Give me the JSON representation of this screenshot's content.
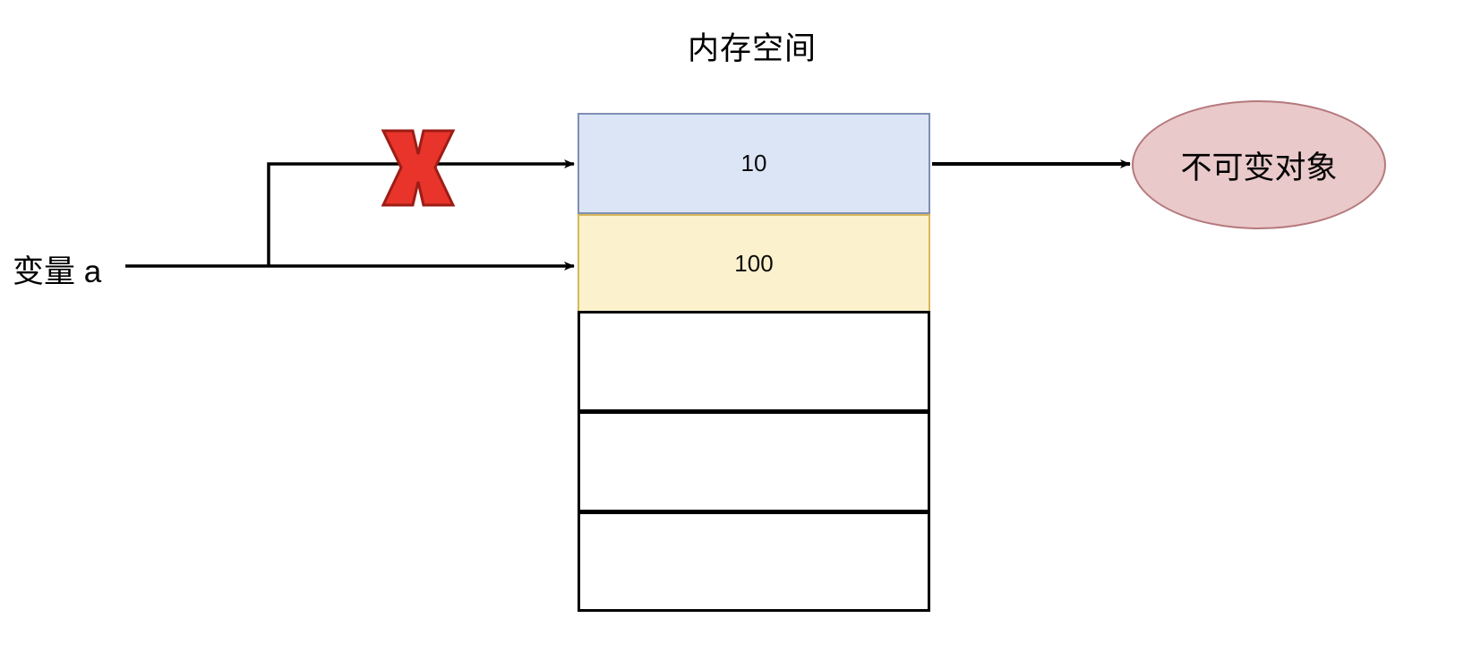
{
  "diagram": {
    "title": "内存空间",
    "variable_label": "变量 a",
    "object_label": "不可变对象",
    "memory_cells": [
      {
        "value": "10",
        "fill": "#dce5f5",
        "stroke": "#7e8fb3",
        "state": "old"
      },
      {
        "value": "100",
        "fill": "#fcf1cd",
        "stroke": "#d8b85b",
        "state": "new"
      },
      {
        "value": "",
        "fill": "#ffffff",
        "stroke": "#000000",
        "state": "empty"
      },
      {
        "value": "",
        "fill": "#ffffff",
        "stroke": "#000000",
        "state": "empty"
      },
      {
        "value": "",
        "fill": "#ffffff",
        "stroke": "#000000",
        "state": "empty"
      }
    ],
    "markers": {
      "broken_link": "X",
      "broken_link_color": "#e8342a",
      "broken_link_stroke": "#9c1d16"
    },
    "connectors": [
      {
        "name": "var-to-old-cell",
        "label": "",
        "blocked": true
      },
      {
        "name": "var-to-new-cell",
        "label": "",
        "blocked": false
      },
      {
        "name": "old-cell-to-object",
        "label": "",
        "blocked": false
      }
    ],
    "colors": {
      "line": "#000000",
      "ellipse_fill": "#e9c9ca",
      "ellipse_stroke": "#b5797d"
    }
  }
}
